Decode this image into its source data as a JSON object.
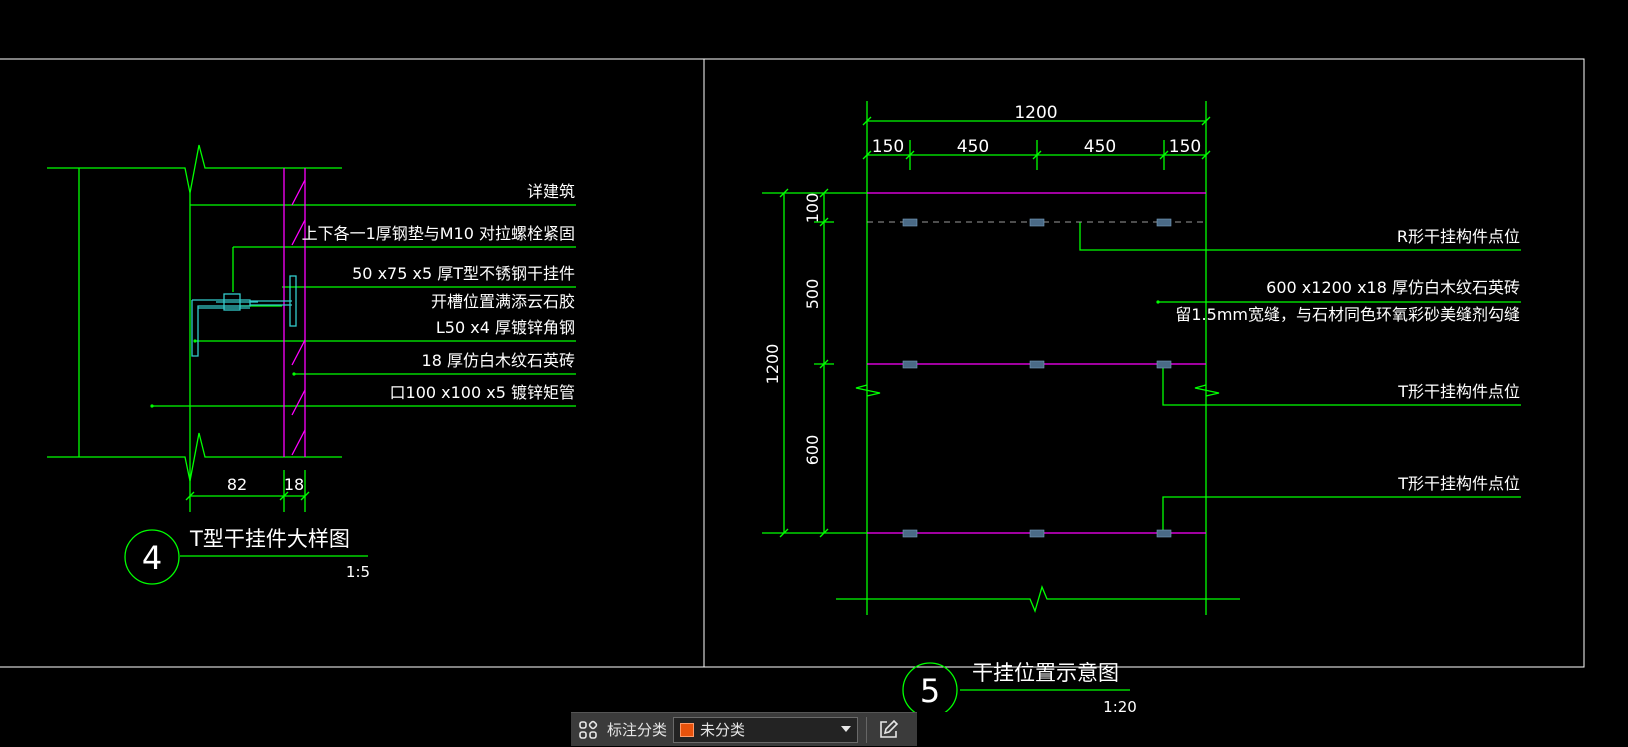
{
  "detail4": {
    "notes": [
      "详建筑",
      "上下各一1厚钢垫与M10 对拉螺栓紧固",
      "50 x75 x5 厚T型不锈钢干挂件",
      "开槽位置满添云石胶",
      "L50 x4 厚镀锌角钢",
      "18 厚仿白木纹石英砖",
      "口100 x100 x5 镀锌矩管"
    ],
    "dims": [
      "82",
      "18"
    ],
    "number": "4",
    "title": "T型干挂件大样图",
    "scale": "1:5"
  },
  "detail5": {
    "dims_top": [
      "1200",
      "150",
      "450",
      "450",
      "150"
    ],
    "dims_left": [
      "100",
      "500",
      "600",
      "1200"
    ],
    "notes": [
      "R形干挂构件点位",
      "600 x1200 x18 厚仿白木纹石英砖",
      "留1.5mm宽缝，与石材同色环氧彩砂美缝剂勾缝",
      "T形干挂构件点位",
      "T形干挂构件点位"
    ],
    "number": "5",
    "title": "干挂位置示意图",
    "scale": "1:20"
  },
  "toolbar": {
    "label": "标注分类",
    "selected": "未分类",
    "swatch_color": "#e8520c"
  },
  "colors": {
    "line": "#00ff00",
    "accent": "#ff00ff",
    "text": "#ffffff",
    "frame": "#ffffff"
  },
  "icons": [
    "grid-icon",
    "dropdown-caret-icon",
    "edit-icon"
  ]
}
